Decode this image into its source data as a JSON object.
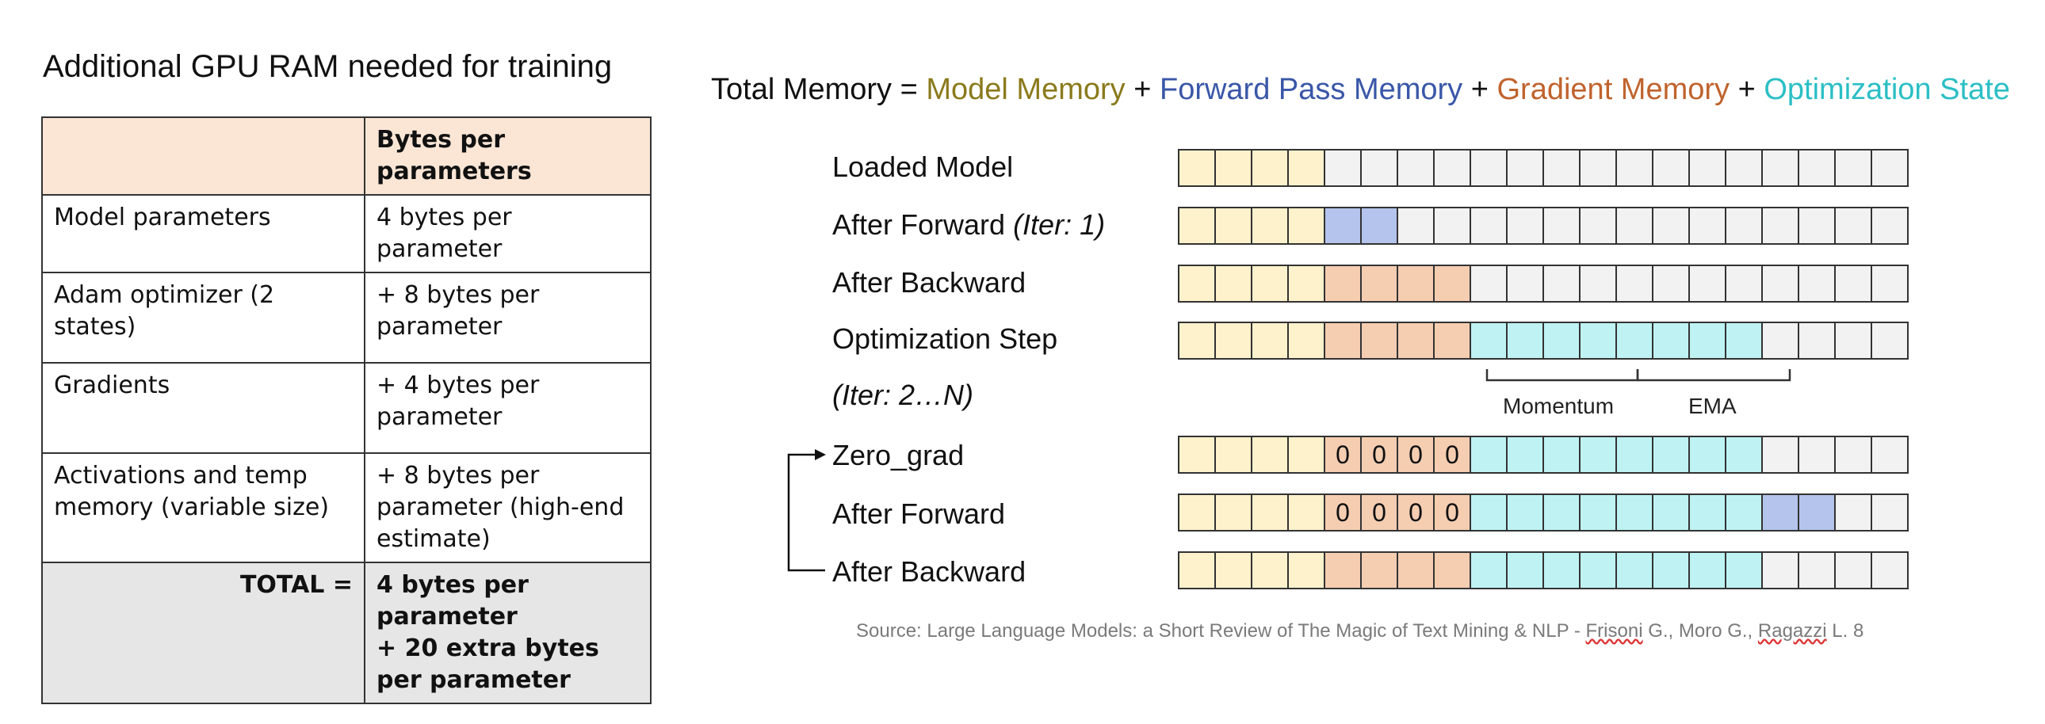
{
  "left_title": "Additional GPU RAM needed for training",
  "table": {
    "header": [
      "",
      "Bytes per parameters"
    ],
    "rows": [
      {
        "item": "Model parameters",
        "value": "4 bytes per parameter"
      },
      {
        "item": "Adam optimizer (2 states)",
        "value": "+ 8 bytes per parameter"
      },
      {
        "item": "Gradients",
        "value": "+ 4 bytes per parameter"
      },
      {
        "item": "Activations and temp memory (variable size)",
        "value": "+ 8 bytes per parameter (high-end estimate)"
      }
    ],
    "total": {
      "label": "TOTAL =",
      "line1": "4 bytes per parameter",
      "line2": "+ 20 extra bytes per parameter"
    }
  },
  "formula": {
    "prefix": "Total Memory = ",
    "model": "Model Memory",
    "plus": " + ",
    "forward": "Forward Pass Memory",
    "gradient": "Gradient Memory",
    "optimization": "Optimization State"
  },
  "colors": {
    "model": "#fdf2cc",
    "forward": "#b4c4ec",
    "gradient": "#f5cdb1",
    "optimization": "#bff3f3",
    "empty": "#f2f2f2"
  },
  "rows": [
    {
      "label": "Loaded Model",
      "iter": "",
      "cells": [
        "model",
        "model",
        "model",
        "model",
        "empty",
        "empty",
        "empty",
        "empty",
        "empty",
        "empty",
        "empty",
        "empty",
        "empty",
        "empty",
        "empty",
        "empty",
        "empty",
        "empty",
        "empty",
        "empty"
      ],
      "texts": []
    },
    {
      "label": "After Forward ",
      "iter": "(Iter: 1)",
      "cells": [
        "model",
        "model",
        "model",
        "model",
        "forward",
        "forward",
        "empty",
        "empty",
        "empty",
        "empty",
        "empty",
        "empty",
        "empty",
        "empty",
        "empty",
        "empty",
        "empty",
        "empty",
        "empty",
        "empty"
      ],
      "texts": []
    },
    {
      "label": "After Backward",
      "iter": "",
      "cells": [
        "model",
        "model",
        "model",
        "model",
        "gradient",
        "gradient",
        "gradient",
        "gradient",
        "empty",
        "empty",
        "empty",
        "empty",
        "empty",
        "empty",
        "empty",
        "empty",
        "empty",
        "empty",
        "empty",
        "empty"
      ],
      "texts": []
    },
    {
      "label": "Optimization Step",
      "iter": "",
      "cells": [
        "model",
        "model",
        "model",
        "model",
        "gradient",
        "gradient",
        "gradient",
        "gradient",
        "optimization",
        "optimization",
        "optimization",
        "optimization",
        "optimization",
        "optimization",
        "optimization",
        "optimization",
        "empty",
        "empty",
        "empty",
        "empty"
      ],
      "texts": []
    },
    {
      "label": "Zero_grad",
      "iter": "",
      "cells": [
        "model",
        "model",
        "model",
        "model",
        "gradient",
        "gradient",
        "gradient",
        "gradient",
        "optimization",
        "optimization",
        "optimization",
        "optimization",
        "optimization",
        "optimization",
        "optimization",
        "optimization",
        "empty",
        "empty",
        "empty",
        "empty"
      ],
      "texts": [
        "",
        "",
        "",
        "",
        "0",
        "0",
        "0",
        "0"
      ]
    },
    {
      "label": "After Forward",
      "iter": "",
      "cells": [
        "model",
        "model",
        "model",
        "model",
        "gradient",
        "gradient",
        "gradient",
        "gradient",
        "optimization",
        "optimization",
        "optimization",
        "optimization",
        "optimization",
        "optimization",
        "optimization",
        "optimization",
        "forward",
        "forward",
        "empty",
        "empty"
      ],
      "texts": [
        "",
        "",
        "",
        "",
        "0",
        "0",
        "0",
        "0"
      ]
    },
    {
      "label": "After Backward",
      "iter": "",
      "cells": [
        "model",
        "model",
        "model",
        "model",
        "gradient",
        "gradient",
        "gradient",
        "gradient",
        "optimization",
        "optimization",
        "optimization",
        "optimization",
        "optimization",
        "optimization",
        "optimization",
        "optimization",
        "empty",
        "empty",
        "empty",
        "empty"
      ],
      "texts": []
    }
  ],
  "iter_label": "(Iter: 2…N)",
  "braces": {
    "momentum": "Momentum",
    "ema": "EMA"
  },
  "source": {
    "prefix": "Source: Large Language Models: a Short Review of The Magic of Text Mining & NLP - ",
    "author1": "Frisoni",
    "middle": " G., Moro G., ",
    "author3": "Ragazzi",
    "suffix": " L. 8"
  }
}
